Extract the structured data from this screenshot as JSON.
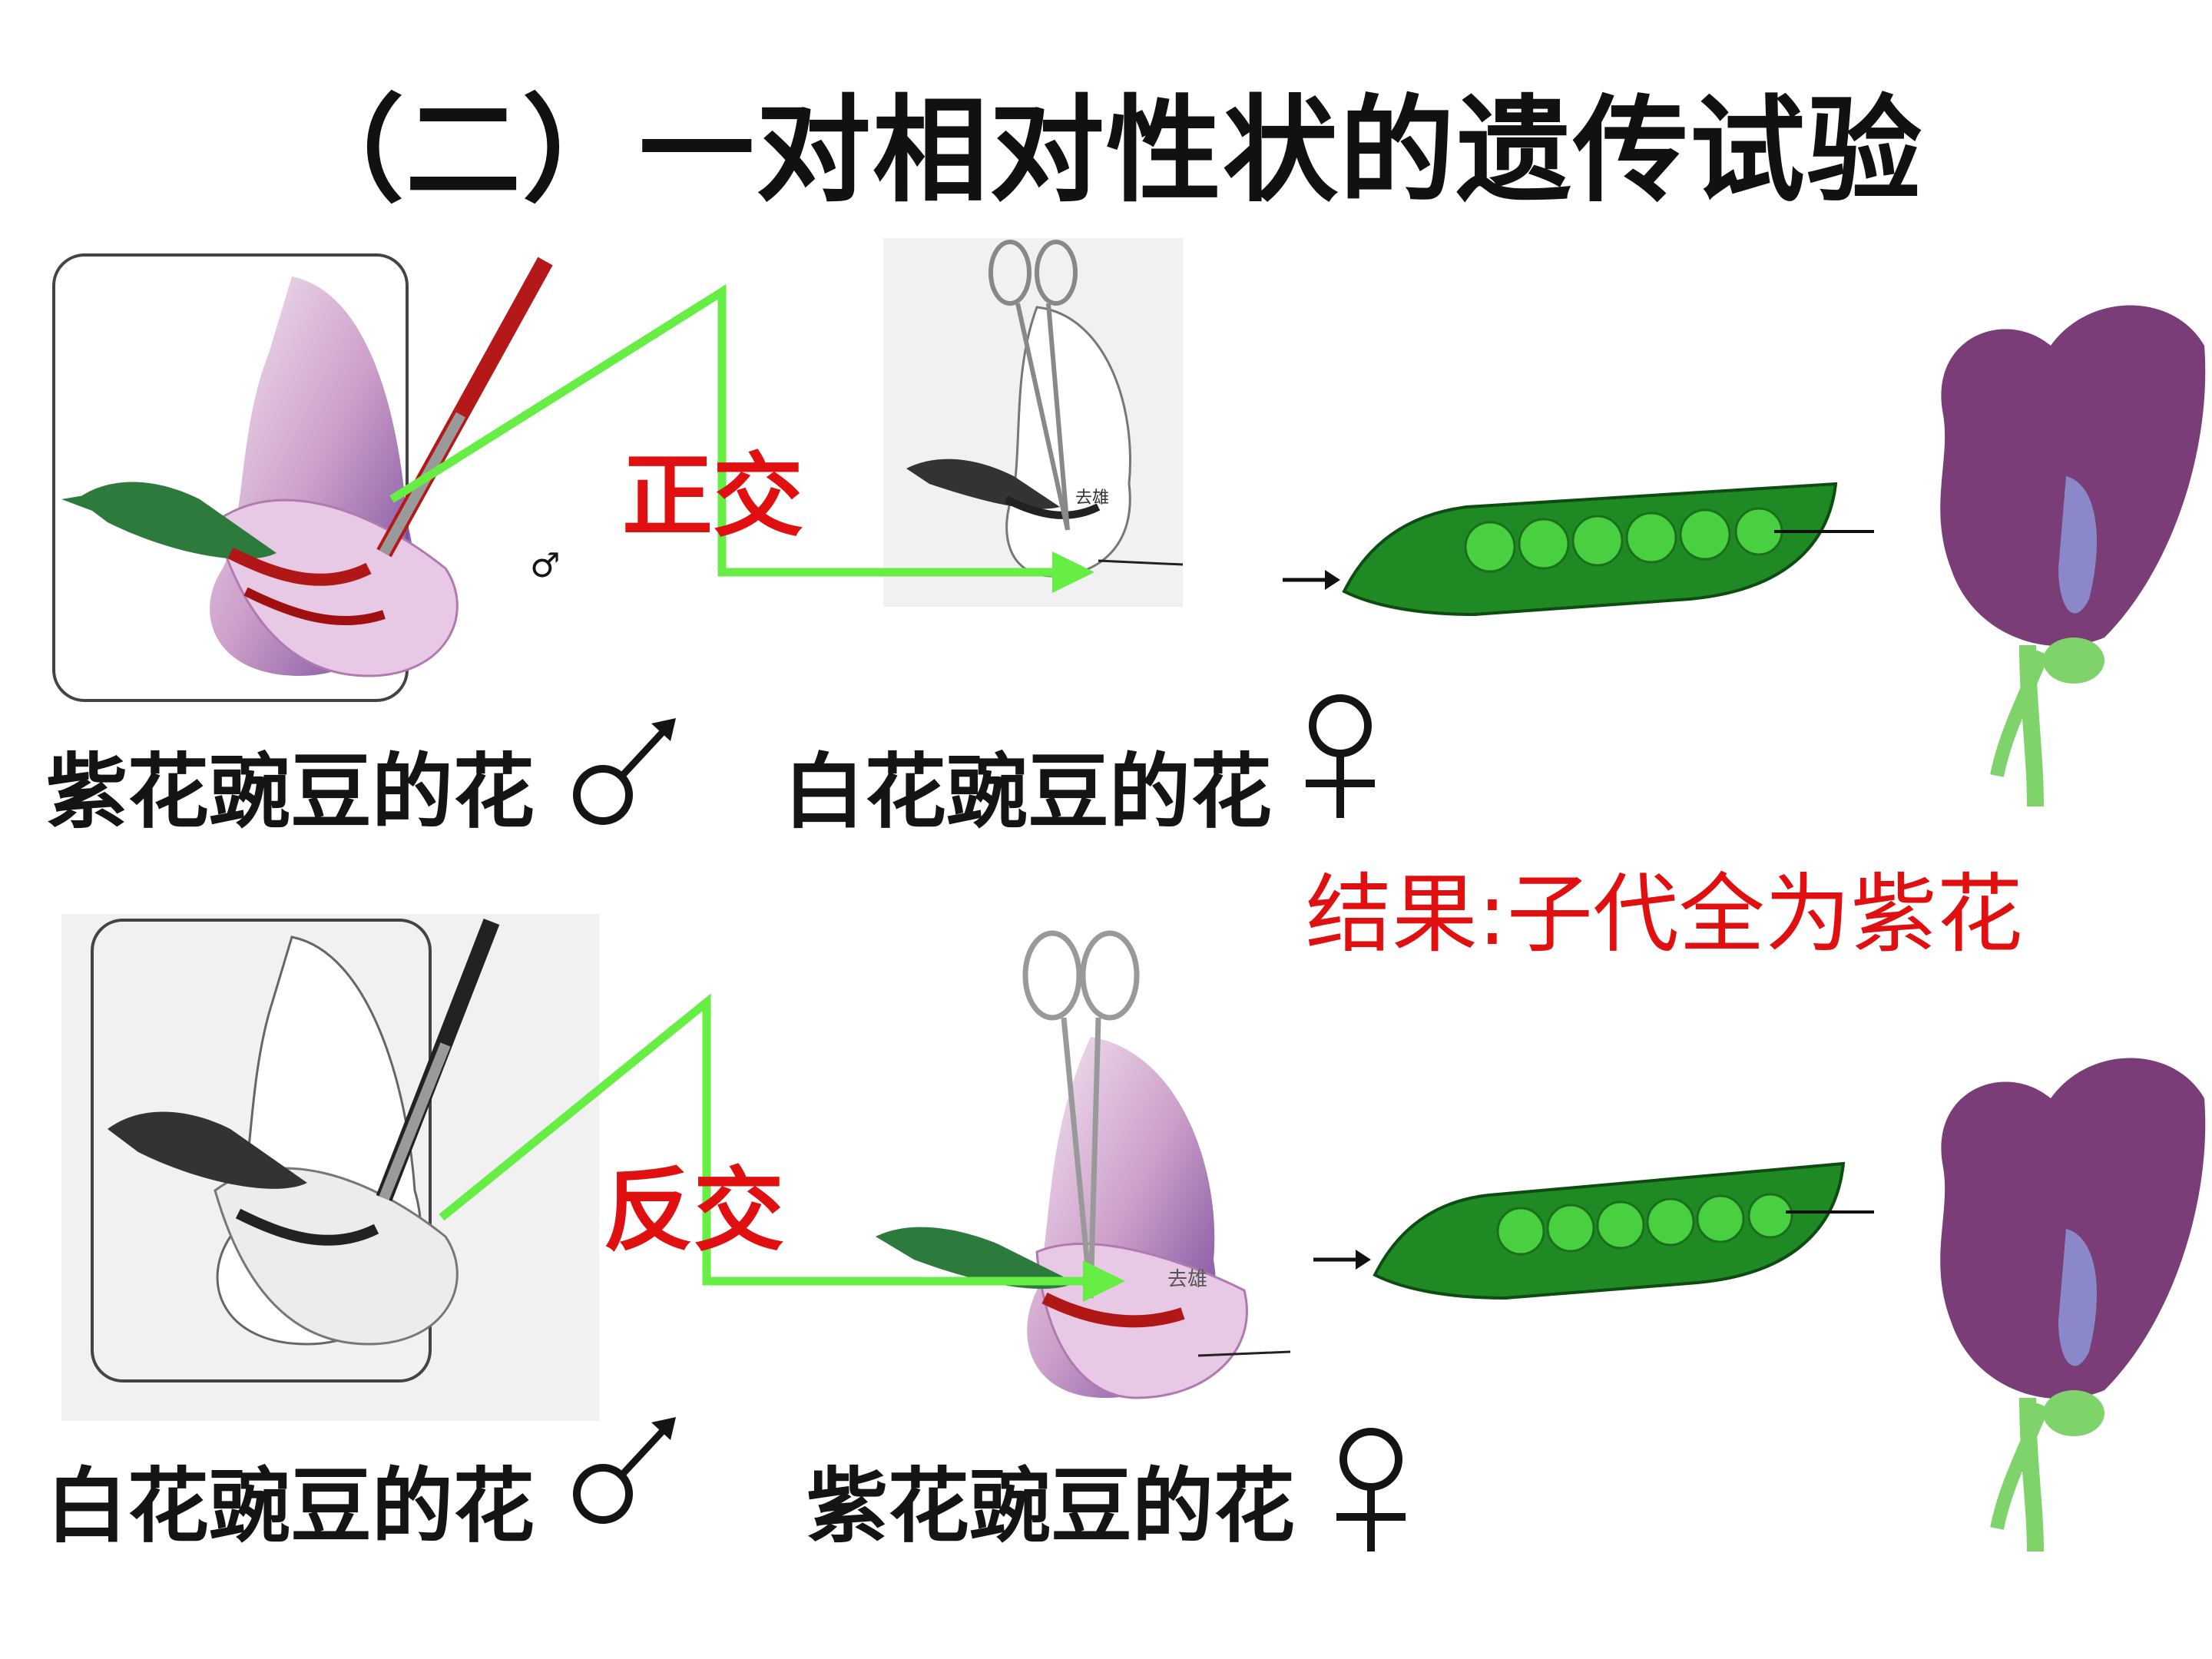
{
  "title": "（二）一对相对性状的遗传试验",
  "row1": {
    "cross_label": "正交",
    "male_caption": "紫花豌豆的花",
    "male_symbol": "♂",
    "female_caption": "白花豌豆的花",
    "female_symbol": "♀",
    "small_male_symbol": "♂",
    "emasculation_tag": "去雄"
  },
  "result": "结果:子代全为紫花",
  "row2": {
    "cross_label": "反交",
    "male_caption": "白花豌豆的花",
    "male_symbol": "♂",
    "female_caption": "紫花豌豆的花",
    "female_symbol": "♀",
    "emasculation_tag": "去雄"
  },
  "colors": {
    "arrow_green": "#66ee44",
    "label_red": "#e01010",
    "purple_flower": "#7a3d78",
    "pod_green": "#2fae2a"
  }
}
